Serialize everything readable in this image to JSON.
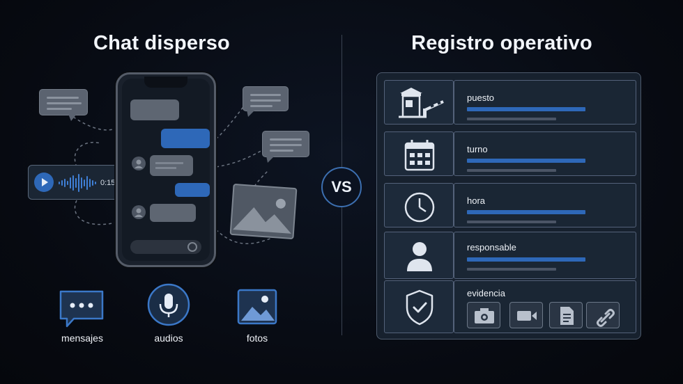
{
  "left": {
    "title": "Chat disperso",
    "audio_time": "0:15",
    "categories": [
      {
        "label": "mensajes",
        "icon": "chat-dots-icon"
      },
      {
        "label": "audios",
        "icon": "microphone-icon"
      },
      {
        "label": "fotos",
        "icon": "image-icon"
      }
    ]
  },
  "vs": "VS",
  "right": {
    "title": "Registro operativo",
    "rows": [
      {
        "label": "puesto",
        "icon": "guard-booth-barrier-icon"
      },
      {
        "label": "turno",
        "icon": "calendar-icon"
      },
      {
        "label": "hora",
        "icon": "clock-icon"
      },
      {
        "label": "responsable",
        "icon": "person-icon"
      },
      {
        "label": "evidencia",
        "icon": "shield-check-icon",
        "attachments": [
          "camera-icon",
          "video-icon",
          "document-icon",
          "link-icon"
        ]
      }
    ]
  },
  "colors": {
    "accent": "#2e68b8",
    "background": "#070a11",
    "gray": "#5e6672"
  }
}
